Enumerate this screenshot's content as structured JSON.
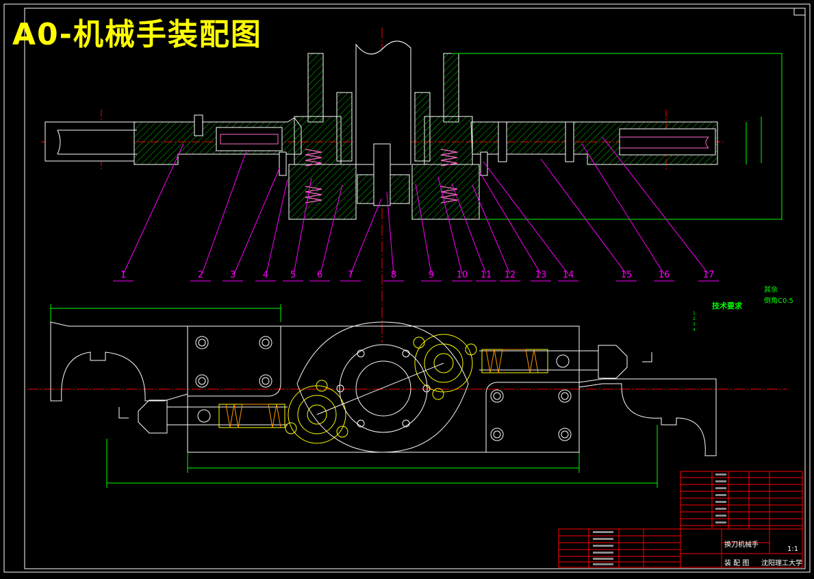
{
  "drawing": {
    "title": "A0-机械手装配图",
    "colors": {
      "background": "#000000",
      "title": "#ffff00",
      "outline": "#ffffff",
      "hatch": "#00cc00",
      "balloon": "#ff00ff",
      "centerline": "#ff0000",
      "dimension": "#00ff00",
      "spring": "#ffff00",
      "titleblock": "#ff0000"
    }
  },
  "balloons": [
    "1",
    "2",
    "3",
    "4",
    "5",
    "6",
    "7",
    "8",
    "9",
    "10",
    "11",
    "12",
    "13",
    "14",
    "15",
    "16",
    "17"
  ],
  "surface_note": {
    "roughness": "其余",
    "chamfer": "倒角C0.5"
  },
  "tech_requirements": {
    "heading": "技术要求",
    "lines": [
      "1. ",
      "2. ",
      "3. ",
      "4. "
    ]
  },
  "title_block": {
    "part_name": "换刀机械手",
    "drawing_type": "装  配  图",
    "school": "沈阳理工大学",
    "scale": "1:1"
  }
}
